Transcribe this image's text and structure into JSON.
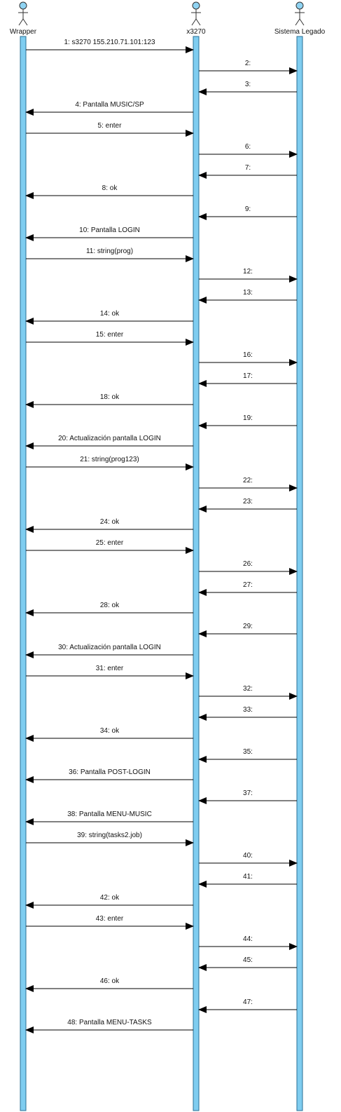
{
  "diagram": {
    "type": "sequence",
    "actors": [
      {
        "id": "wrapper",
        "name": "Wrapper"
      },
      {
        "id": "x3270",
        "name": "x3270"
      },
      {
        "id": "legacy",
        "name": "Sistema Legado"
      }
    ],
    "messages": [
      {
        "from": "wrapper",
        "to": "x3270",
        "label": "1: s3270 155.210.71.101:123"
      },
      {
        "from": "x3270",
        "to": "legacy",
        "label": "2:"
      },
      {
        "from": "legacy",
        "to": "x3270",
        "label": "3:"
      },
      {
        "from": "x3270",
        "to": "wrapper",
        "label": "4: Pantalla MUSIC/SP"
      },
      {
        "from": "wrapper",
        "to": "x3270",
        "label": "5: enter"
      },
      {
        "from": "x3270",
        "to": "legacy",
        "label": "6:"
      },
      {
        "from": "legacy",
        "to": "x3270",
        "label": "7:"
      },
      {
        "from": "x3270",
        "to": "wrapper",
        "label": "8: ok"
      },
      {
        "from": "legacy",
        "to": "x3270",
        "label": "9:"
      },
      {
        "from": "x3270",
        "to": "wrapper",
        "label": "10: Pantalla LOGIN"
      },
      {
        "from": "wrapper",
        "to": "x3270",
        "label": "11: string(prog)"
      },
      {
        "from": "x3270",
        "to": "legacy",
        "label": "12:"
      },
      {
        "from": "legacy",
        "to": "x3270",
        "label": "13:"
      },
      {
        "from": "x3270",
        "to": "wrapper",
        "label": "14: ok"
      },
      {
        "from": "wrapper",
        "to": "x3270",
        "label": "15: enter"
      },
      {
        "from": "x3270",
        "to": "legacy",
        "label": "16:"
      },
      {
        "from": "legacy",
        "to": "x3270",
        "label": "17:"
      },
      {
        "from": "x3270",
        "to": "wrapper",
        "label": "18: ok"
      },
      {
        "from": "legacy",
        "to": "x3270",
        "label": "19:"
      },
      {
        "from": "x3270",
        "to": "wrapper",
        "label": "20: Actualización pantalla LOGIN"
      },
      {
        "from": "wrapper",
        "to": "x3270",
        "label": "21: string(prog123)"
      },
      {
        "from": "x3270",
        "to": "legacy",
        "label": "22:"
      },
      {
        "from": "legacy",
        "to": "x3270",
        "label": "23:"
      },
      {
        "from": "x3270",
        "to": "wrapper",
        "label": "24: ok"
      },
      {
        "from": "wrapper",
        "to": "x3270",
        "label": "25: enter"
      },
      {
        "from": "x3270",
        "to": "legacy",
        "label": "26:"
      },
      {
        "from": "legacy",
        "to": "x3270",
        "label": "27:"
      },
      {
        "from": "x3270",
        "to": "wrapper",
        "label": "28: ok"
      },
      {
        "from": "legacy",
        "to": "x3270",
        "label": "29:"
      },
      {
        "from": "x3270",
        "to": "wrapper",
        "label": "30: Actualización pantalla LOGIN"
      },
      {
        "from": "wrapper",
        "to": "x3270",
        "label": "31: enter"
      },
      {
        "from": "x3270",
        "to": "legacy",
        "label": "32:"
      },
      {
        "from": "legacy",
        "to": "x3270",
        "label": "33:"
      },
      {
        "from": "x3270",
        "to": "wrapper",
        "label": "34: ok"
      },
      {
        "from": "legacy",
        "to": "x3270",
        "label": "35:"
      },
      {
        "from": "x3270",
        "to": "wrapper",
        "label": "36: Pantalla POST-LOGIN"
      },
      {
        "from": "legacy",
        "to": "x3270",
        "label": "37:"
      },
      {
        "from": "x3270",
        "to": "wrapper",
        "label": "38: Pantalla MENU-MUSIC"
      },
      {
        "from": "wrapper",
        "to": "x3270",
        "label": "39: string(tasks2.job)"
      },
      {
        "from": "x3270",
        "to": "legacy",
        "label": "40:"
      },
      {
        "from": "legacy",
        "to": "x3270",
        "label": "41:"
      },
      {
        "from": "x3270",
        "to": "wrapper",
        "label": "42: ok"
      },
      {
        "from": "wrapper",
        "to": "x3270",
        "label": "43: enter"
      },
      {
        "from": "x3270",
        "to": "legacy",
        "label": "44:"
      },
      {
        "from": "legacy",
        "to": "x3270",
        "label": "45:"
      },
      {
        "from": "x3270",
        "to": "wrapper",
        "label": "46: ok"
      },
      {
        "from": "legacy",
        "to": "x3270",
        "label": "47:"
      },
      {
        "from": "x3270",
        "to": "wrapper",
        "label": "48: Pantalla MENU-TASKS"
      }
    ],
    "colors": {
      "lifeline_fill": "#7fcdf0",
      "lifeline_stroke": "#2a6f96",
      "actor_head": "#8fd3f2",
      "line": "#000000"
    }
  }
}
